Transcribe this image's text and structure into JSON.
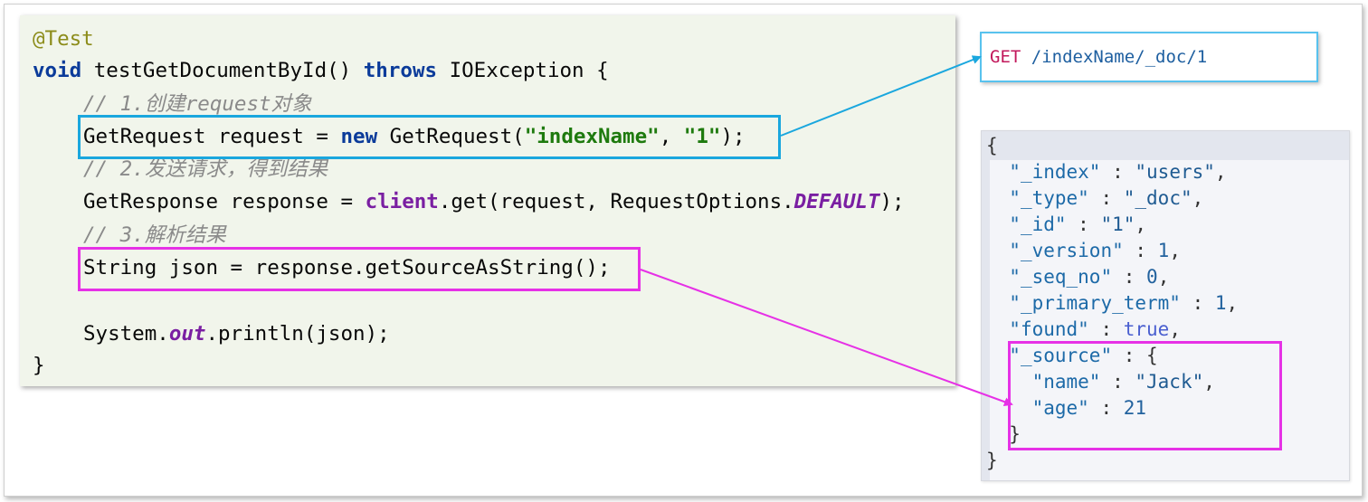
{
  "code": {
    "annotation": "@Test",
    "method_sig": {
      "kw_void": "void",
      "name": "testGetDocumentById()",
      "kw_throws": "throws",
      "exception": "IOException {"
    },
    "comment1": "// 1.创建request对象",
    "line_request": {
      "decl": "GetRequest request = ",
      "kw_new": "new",
      "ctor": " GetRequest(",
      "arg1": "\"indexName\"",
      "sep": ", ",
      "arg2": "\"1\"",
      "end": ");"
    },
    "comment2": "// 2.发送请求，得到结果",
    "line_response": {
      "decl": "GetResponse response = ",
      "client": "client",
      "call": ".get(request, RequestOptions.",
      "const": "DEFAULT",
      "end": ");"
    },
    "comment3": "// 3.解析结果",
    "line_json": "String json = response.getSourceAsString();",
    "line_print": {
      "a": "System.",
      "out": "out",
      "b": ".println(json);"
    },
    "closing": "}"
  },
  "request": {
    "method": "GET",
    "path": " /indexName/_doc/1"
  },
  "response_json": {
    "open": "{",
    "index_key": "\"_index\"",
    "index_val": "\"users\"",
    "type_key": "\"_type\"",
    "type_val": "\"_doc\"",
    "id_key": "\"_id\"",
    "id_val": "\"1\"",
    "version_key": "\"_version\"",
    "version_val": "1",
    "seq_key": "\"_seq_no\"",
    "seq_val": "0",
    "term_key": "\"_primary_term\"",
    "term_val": "1",
    "found_key": "\"found\"",
    "found_val": "true",
    "source_key": "\"_source\"",
    "name_key": "\"name\"",
    "name_val": "\"Jack\"",
    "age_key": "\"age\"",
    "age_val": "21",
    "inner_close": "}",
    "close": "}"
  },
  "colors": {
    "highlight_request": "#1aa7de",
    "highlight_json": "#e631e6",
    "code_background": "#f1f5eb"
  }
}
